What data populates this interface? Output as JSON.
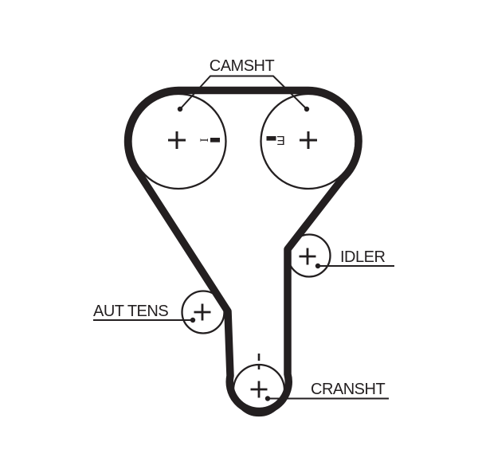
{
  "diagram": {
    "kind": "timing-belt-routing-diagram",
    "colors": {
      "line": "#231f20",
      "background": "#ffffff"
    },
    "labels": {
      "camshaft": "CAMSHT",
      "idler": "IDLER",
      "auto_tensioner": "AUT TENS",
      "crankshaft": "CRANSHT"
    },
    "timing_marks": {
      "camshaft_left_letter": "I",
      "camshaft_right_letter": "E",
      "camshaft_left_bar": "solid bar",
      "camshaft_right_bar": "solid bar",
      "crankshaft_mark": "dashed vertical tick"
    },
    "pulleys": [
      {
        "id": "camshaft-left",
        "label": "CAMSHT",
        "mark": "I"
      },
      {
        "id": "camshaft-right",
        "label": "CAMSHT",
        "mark": "E"
      },
      {
        "id": "idler",
        "label": "IDLER",
        "mark": ""
      },
      {
        "id": "auto-tensioner",
        "label": "AUT TENS",
        "mark": ""
      },
      {
        "id": "crankshaft",
        "label": "CRANSHT",
        "mark": "dashed tick"
      }
    ]
  }
}
